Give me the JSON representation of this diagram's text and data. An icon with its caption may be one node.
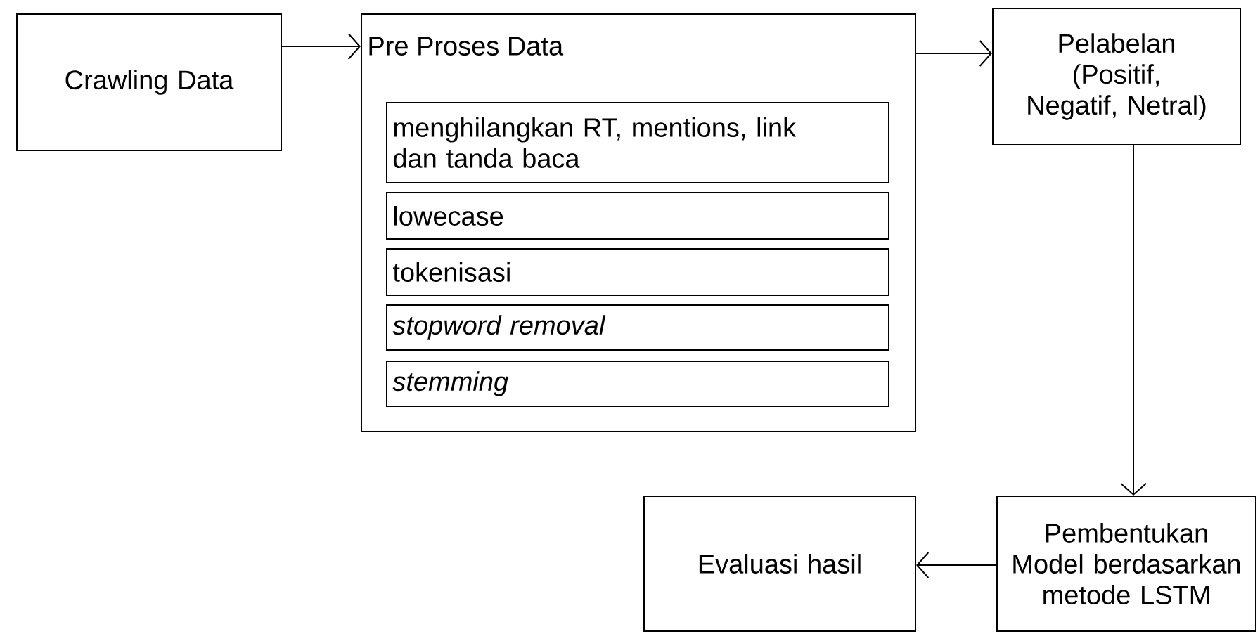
{
  "diagram": {
    "nodes": [
      {
        "text": [
          "Crawling Data"
        ]
      },
      {
        "text": [
          "Pre Proses Data"
        ]
      },
      {
        "text": [
          "menghilangkan RT, mentions, link dan tanda baca"
        ],
        "in": 1
      },
      {
        "text": [
          "lowecase"
        ],
        "in": 1
      },
      {
        "text": [
          "tokenisasi"
        ],
        "in": 1
      },
      {
        "text": [
          "stopword removal"
        ],
        "in": 1
      },
      {
        "text": [
          "stemming"
        ],
        "in": 1
      },
      {
        "text": [
          "Pelabelan (Positif, Negatif, Netral)"
        ]
      },
      {
        "text": [
          "Pembentukan Model berdasarkan metode LSTM"
        ]
      },
      {
        "text": [
          "Evaluasi hasil"
        ]
      }
    ],
    "edges": [
      {
        "from": 0,
        "to": 1,
        "arrow": "to"
      },
      {
        "from": 1,
        "to": 7,
        "arrow": "to"
      },
      {
        "from": 7,
        "to": 8,
        "arrow": "to"
      },
      {
        "from": 8,
        "to": 9,
        "arrow": "to"
      }
    ]
  }
}
